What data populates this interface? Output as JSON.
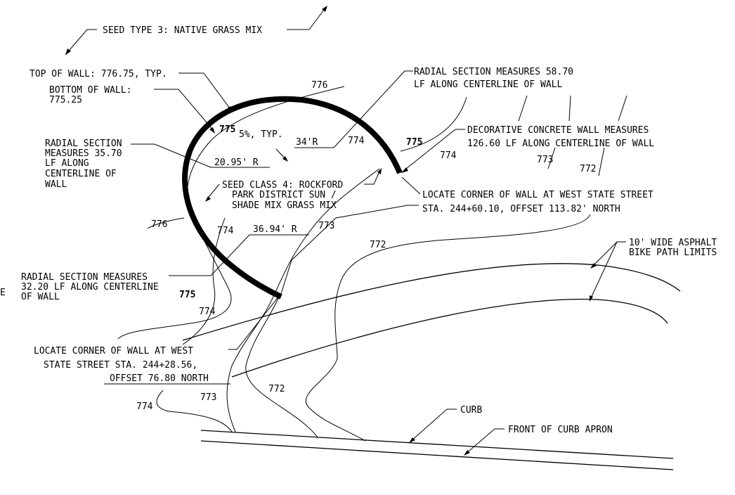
{
  "notes": {
    "seed_type_3": "SEED TYPE 3: NATIVE GRASS MIX",
    "top_of_wall": "TOP OF WALL: 776.75, TYP.",
    "bottom_of_wall_1": "BOTTOM OF WALL:",
    "bottom_of_wall_2": "775.25",
    "radial_35_1": "RADIAL SECTION",
    "radial_35_2": "MEASURES 35.70",
    "radial_35_3": "LF ALONG",
    "radial_35_4": "CENTERLINE OF",
    "radial_35_5": "WALL",
    "radius_2095": "20.95' R",
    "slope": "5%, TYP.",
    "radius_34": "34'R",
    "radial_5870_1": "RADIAL SECTION MEASURES 58.70",
    "radial_5870_2": "LF ALONG CENTERLINE OF WALL",
    "decorative_1": "DECORATIVE CONCRETE WALL MEASURES",
    "decorative_2": "126.60 LF ALONG CENTERLINE OF WALL",
    "seed_class_4_1": "SEED CLASS 4: ROCKFORD",
    "seed_class_4_2": "PARK DISTRICT SUN /",
    "seed_class_4_3": "SHADE MIX GRASS MIX",
    "corner_east_1": "LOCATE CORNER OF WALL AT WEST STATE STREET",
    "corner_east_2": "STA. 244+60.10, OFFSET 113.82' NORTH",
    "radius_3694": "36.94' R",
    "radial_3220_1": "RADIAL SECTION MEASURES",
    "radial_3220_2": "32.20 LF ALONG CENTERLINE",
    "radial_3220_3": "OF WALL",
    "bike_path_1": "10' WIDE ASPHALT",
    "bike_path_2": "BIKE PATH LIMITS",
    "corner_west_1": "LOCATE CORNER OF WALL AT WEST",
    "corner_west_2": "STATE STREET STA. 244+28.56,",
    "corner_west_3": "OFFSET 76.80 NORTH",
    "curb": "CURB",
    "curb_apron": "FRONT OF CURB APRON",
    "cut_off_letter": "E"
  },
  "contours": {
    "c776_top": "776",
    "c775_a": "775",
    "c775_b": "775",
    "c774_a": "774",
    "c774_b": "774",
    "c773_a": "773",
    "c772_a": "772",
    "c776_left": "776",
    "c774_c": "774",
    "c773_b": "773",
    "c772_b": "772",
    "c775_c": "775",
    "c774_d": "774",
    "c774_e": "774",
    "c773_c": "773",
    "c772_c": "772"
  }
}
